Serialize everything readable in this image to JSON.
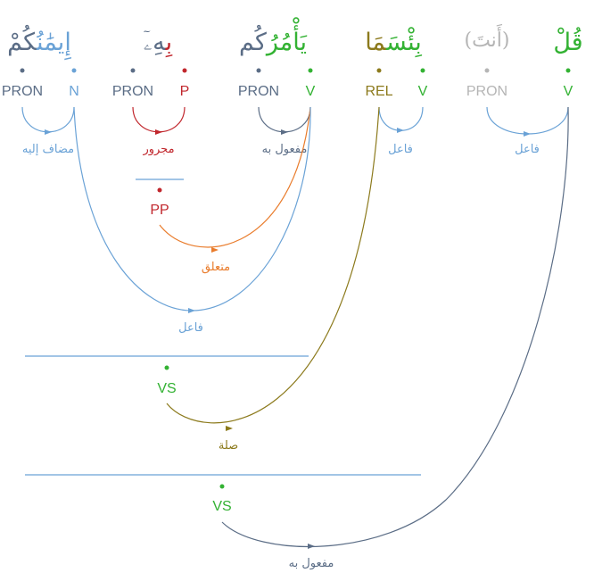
{
  "words": [
    {
      "id": "qul",
      "segments": [
        {
          "text": "قُلْ",
          "color": "#33b233"
        }
      ]
    },
    {
      "id": "anta",
      "segments": [
        {
          "text": "(أَنتَ)",
          "color": "#b5b5b5"
        }
      ]
    },
    {
      "id": "bisama",
      "segments": [
        {
          "text": "بِئْسَ",
          "color": "#33b233"
        },
        {
          "text": "مَا",
          "color": "#8c7a1c"
        }
      ]
    },
    {
      "id": "yamurukum",
      "segments": [
        {
          "text": "يَأْمُرُ",
          "color": "#33b233"
        },
        {
          "text": "كُم",
          "color": "#5b6d86"
        }
      ]
    },
    {
      "id": "bihi",
      "segments": [
        {
          "text": "بِ",
          "color": "#c1272d"
        },
        {
          "text": "هِۦٓ",
          "color": "#5b6d86"
        }
      ]
    },
    {
      "id": "imanukum",
      "segments": [
        {
          "text": "إِيمَٰنُ",
          "color": "#6aa2d6"
        },
        {
          "text": "كُمْ",
          "color": "#5b6d86"
        }
      ]
    }
  ],
  "tags": [
    {
      "id": "t-v1",
      "text": "V",
      "color": "#33b233"
    },
    {
      "id": "t-pron1",
      "text": "PRON",
      "color": "#b5b5b5"
    },
    {
      "id": "t-v2",
      "text": "V",
      "color": "#33b233"
    },
    {
      "id": "t-rel",
      "text": "REL",
      "color": "#8c7a1c"
    },
    {
      "id": "t-v3",
      "text": "V",
      "color": "#33b233"
    },
    {
      "id": "t-pron2",
      "text": "PRON",
      "color": "#5b6d86"
    },
    {
      "id": "t-p",
      "text": "P",
      "color": "#c1272d"
    },
    {
      "id": "t-pron3",
      "text": "PRON",
      "color": "#5b6d86"
    },
    {
      "id": "t-n",
      "text": "N",
      "color": "#6aa2d6"
    },
    {
      "id": "t-pron4",
      "text": "PRON",
      "color": "#5b6d86"
    },
    {
      "id": "t-pp",
      "text": "PP",
      "color": "#c1272d"
    },
    {
      "id": "t-vs1",
      "text": "VS",
      "color": "#33b233"
    },
    {
      "id": "t-vs2",
      "text": "VS",
      "color": "#33b233"
    }
  ],
  "relations": {
    "fail1": "فاعل",
    "fail2": "فاعل",
    "mafool1": "مفعول به",
    "majroor": "مجرور",
    "mudaf": "مضاف إليه",
    "mutaallaq": "متعلق",
    "fail3": "فاعل",
    "sila": "صلة",
    "mafool2": "مفعول به"
  },
  "colors": {
    "verb": "#33b233",
    "pronoun": "#5b6d86",
    "hidden": "#b5b5b5",
    "relative": "#8c7a1c",
    "preposition": "#c1272d",
    "noun": "#6aa2d6",
    "attachment": "#e97c2c"
  }
}
